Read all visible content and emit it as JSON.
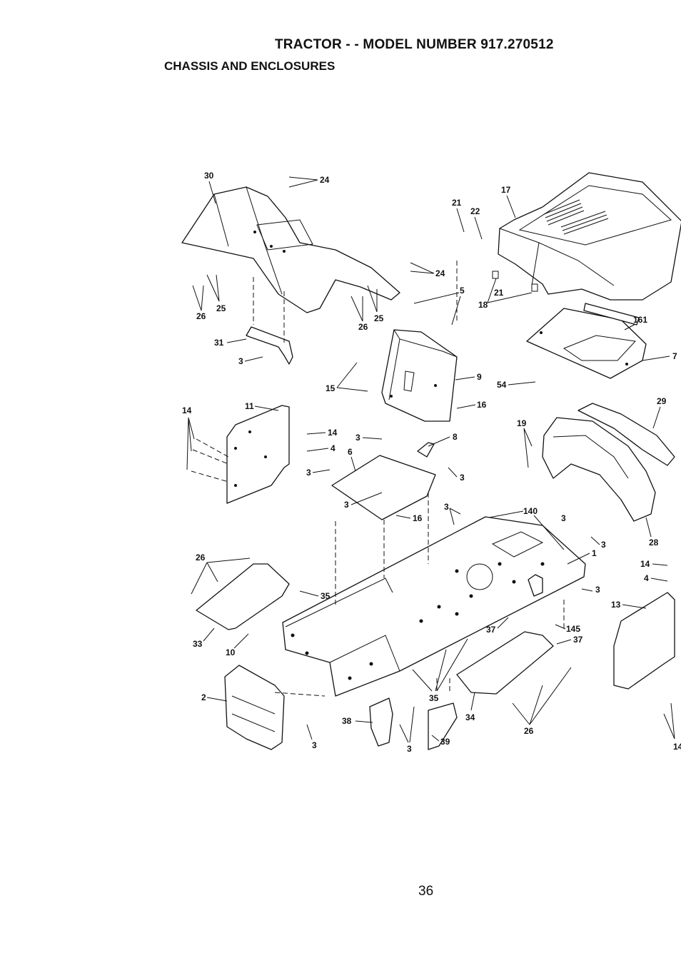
{
  "header": {
    "title": "TRACTOR - - MODEL NUMBER 917.270512",
    "subtitle": "CHASSIS AND ENCLOSURES"
  },
  "callouts": [
    {
      "id": "c30",
      "text": "30"
    },
    {
      "id": "c24a",
      "text": "24"
    },
    {
      "id": "c17",
      "text": "17"
    },
    {
      "id": "c21a",
      "text": "21"
    },
    {
      "id": "c22",
      "text": "22"
    },
    {
      "id": "c24b",
      "text": "24"
    },
    {
      "id": "c26a",
      "text": "26"
    },
    {
      "id": "c25a",
      "text": "25"
    },
    {
      "id": "c26b",
      "text": "26"
    },
    {
      "id": "c25b",
      "text": "25"
    },
    {
      "id": "c5",
      "text": "5"
    },
    {
      "id": "c21b",
      "text": "21"
    },
    {
      "id": "c18",
      "text": "18"
    },
    {
      "id": "c161",
      "text": "161"
    },
    {
      "id": "c7",
      "text": "7"
    },
    {
      "id": "c31",
      "text": "31"
    },
    {
      "id": "c3a",
      "text": "3"
    },
    {
      "id": "c9",
      "text": "9"
    },
    {
      "id": "c15",
      "text": "15"
    },
    {
      "id": "c54",
      "text": "54"
    },
    {
      "id": "c16a",
      "text": "16"
    },
    {
      "id": "c29",
      "text": "29"
    },
    {
      "id": "c11",
      "text": "11"
    },
    {
      "id": "c14a",
      "text": "14"
    },
    {
      "id": "c14b",
      "text": "14"
    },
    {
      "id": "c4a",
      "text": "4"
    },
    {
      "id": "c3b",
      "text": "3"
    },
    {
      "id": "c8",
      "text": "8"
    },
    {
      "id": "c6",
      "text": "6"
    },
    {
      "id": "c19",
      "text": "19"
    },
    {
      "id": "c3c",
      "text": "3"
    },
    {
      "id": "c3d",
      "text": "3"
    },
    {
      "id": "c3e",
      "text": "3"
    },
    {
      "id": "c16b",
      "text": "16"
    },
    {
      "id": "c3f",
      "text": "3"
    },
    {
      "id": "c140",
      "text": "140"
    },
    {
      "id": "c3g",
      "text": "3"
    },
    {
      "id": "c28",
      "text": "28"
    },
    {
      "id": "c3h",
      "text": "3"
    },
    {
      "id": "c1",
      "text": "1"
    },
    {
      "id": "c14c",
      "text": "14"
    },
    {
      "id": "c4b",
      "text": "4"
    },
    {
      "id": "c26c",
      "text": "26"
    },
    {
      "id": "c35a",
      "text": "35"
    },
    {
      "id": "c13",
      "text": "13"
    },
    {
      "id": "c3i",
      "text": "3"
    },
    {
      "id": "c37a",
      "text": "37"
    },
    {
      "id": "c145",
      "text": "145"
    },
    {
      "id": "c37b",
      "text": "37"
    },
    {
      "id": "c33",
      "text": "33"
    },
    {
      "id": "c10",
      "text": "10"
    },
    {
      "id": "c2",
      "text": "2"
    },
    {
      "id": "c35b",
      "text": "35"
    },
    {
      "id": "c34",
      "text": "34"
    },
    {
      "id": "c38",
      "text": "38"
    },
    {
      "id": "c3j",
      "text": "3"
    },
    {
      "id": "c39",
      "text": "39"
    },
    {
      "id": "c26d",
      "text": "26"
    },
    {
      "id": "c3k",
      "text": "3"
    },
    {
      "id": "c14d",
      "text": "14"
    }
  ],
  "footer": {
    "page_number": "36"
  }
}
